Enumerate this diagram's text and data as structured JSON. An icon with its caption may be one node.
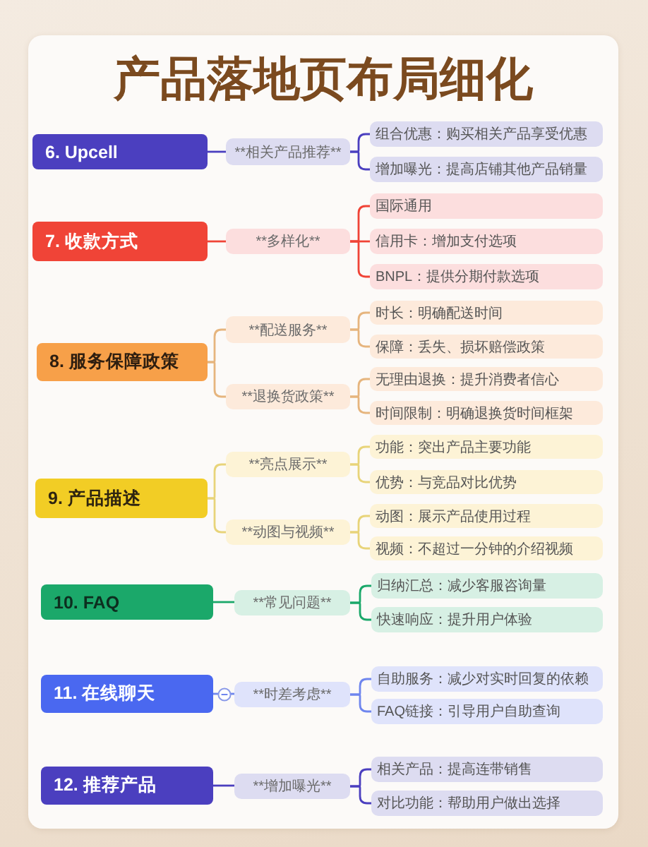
{
  "diagram": {
    "title": "产品落地页布局细化",
    "nodes": [
      {
        "text": [
          "6. Upcell"
        ]
      },
      {
        "text": [
          "**相关产品推荐**"
        ]
      },
      {
        "text": [
          "组合优惠：购买相关产品享受优惠"
        ]
      },
      {
        "text": [
          "增加曝光：提高店铺其他产品销量"
        ]
      },
      {
        "text": [
          "7. 收款方式"
        ]
      },
      {
        "text": [
          "**多样化**"
        ]
      },
      {
        "text": [
          "国际通用"
        ]
      },
      {
        "text": [
          "信用卡：增加支付选项"
        ]
      },
      {
        "text": [
          "BNPL：提供分期付款选项"
        ]
      },
      {
        "text": [
          "8. 服务保障政策"
        ]
      },
      {
        "text": [
          "**配送服务**"
        ]
      },
      {
        "text": [
          "时长：明确配送时间"
        ]
      },
      {
        "text": [
          "保障：丢失、损坏赔偿政策"
        ]
      },
      {
        "text": [
          "**退换货政策**"
        ]
      },
      {
        "text": [
          "无理由退换：提升消费者信心"
        ]
      },
      {
        "text": [
          "时间限制：明确退换货时间框架"
        ]
      },
      {
        "text": [
          "9. 产品描述"
        ]
      },
      {
        "text": [
          "**亮点展示**"
        ]
      },
      {
        "text": [
          "功能：突出产品主要功能"
        ]
      },
      {
        "text": [
          "优势：与竞品对比优势"
        ]
      },
      {
        "text": [
          "**动图与视频**"
        ]
      },
      {
        "text": [
          "动图：展示产品使用过程"
        ]
      },
      {
        "text": [
          "视频：不超过一分钟的介绍视频"
        ]
      },
      {
        "text": [
          "10. FAQ"
        ]
      },
      {
        "text": [
          "**常见问题**"
        ]
      },
      {
        "text": [
          "归纳汇总：减少客服咨询量"
        ]
      },
      {
        "text": [
          "快速响应：提升用户体验"
        ]
      },
      {
        "text": [
          "11. 在线聊天"
        ]
      },
      {
        "text": [
          "**时差考虑**"
        ]
      },
      {
        "text": [
          "自助服务：减少对实时回复的依赖"
        ]
      },
      {
        "text": [
          "FAQ链接：引导用户自助查询"
        ]
      },
      {
        "text": [
          "12. 推荐产品"
        ]
      },
      {
        "text": [
          "**增加曝光**"
        ]
      },
      {
        "text": [
          "相关产品：提高连带销售"
        ]
      },
      {
        "text": [
          "对比功能：帮助用户做出选择"
        ]
      }
    ],
    "edges": [
      {
        "from": 0,
        "to": 1,
        "arrow": "none",
        "color": "#4b3fbf"
      },
      {
        "from": 1,
        "to": 2,
        "arrow": "none",
        "color": "#4b3fbf"
      },
      {
        "from": 1,
        "to": 3,
        "arrow": "none",
        "color": "#4b3fbf"
      },
      {
        "from": 4,
        "to": 5,
        "arrow": "none",
        "color": "#f04437"
      },
      {
        "from": 5,
        "to": 6,
        "arrow": "none",
        "color": "#f04437"
      },
      {
        "from": 5,
        "to": 7,
        "arrow": "none",
        "color": "#f04437"
      },
      {
        "from": 5,
        "to": 8,
        "arrow": "none",
        "color": "#f04437"
      },
      {
        "from": 9,
        "to": 10,
        "arrow": "none",
        "color": "#e6b57e"
      },
      {
        "from": 10,
        "to": 11,
        "arrow": "none",
        "color": "#e6b57e"
      },
      {
        "from": 10,
        "to": 12,
        "arrow": "none",
        "color": "#e6b57e"
      },
      {
        "from": 9,
        "to": 13,
        "arrow": "none",
        "color": "#e6b57e"
      },
      {
        "from": 13,
        "to": 14,
        "arrow": "none",
        "color": "#e6b57e"
      },
      {
        "from": 13,
        "to": 15,
        "arrow": "none",
        "color": "#e6b57e"
      },
      {
        "from": 16,
        "to": 17,
        "arrow": "none",
        "color": "#e8d47a"
      },
      {
        "from": 17,
        "to": 18,
        "arrow": "none",
        "color": "#e8d47a"
      },
      {
        "from": 17,
        "to": 19,
        "arrow": "none",
        "color": "#e8d47a"
      },
      {
        "from": 16,
        "to": 20,
        "arrow": "none",
        "color": "#e8d47a"
      },
      {
        "from": 20,
        "to": 21,
        "arrow": "none",
        "color": "#e8d47a"
      },
      {
        "from": 20,
        "to": 22,
        "arrow": "none",
        "color": "#e8d47a"
      },
      {
        "from": 23,
        "to": 24,
        "arrow": "none",
        "color": "#1ba86a"
      },
      {
        "from": 24,
        "to": 25,
        "arrow": "none",
        "color": "#1ba86a"
      },
      {
        "from": 24,
        "to": 26,
        "arrow": "none",
        "color": "#1ba86a"
      },
      {
        "from": 27,
        "to": 28,
        "arrow": "none",
        "color": "#6f86ee"
      },
      {
        "from": 28,
        "to": 29,
        "arrow": "none",
        "color": "#6f86ee"
      },
      {
        "from": 28,
        "to": 30,
        "arrow": "none",
        "color": "#6f86ee"
      },
      {
        "from": 31,
        "to": 32,
        "arrow": "none",
        "color": "#4b3fbf"
      },
      {
        "from": 32,
        "to": 33,
        "arrow": "none",
        "color": "#4b3fbf"
      },
      {
        "from": 32,
        "to": 34,
        "arrow": "none",
        "color": "#4b3fbf"
      }
    ]
  }
}
